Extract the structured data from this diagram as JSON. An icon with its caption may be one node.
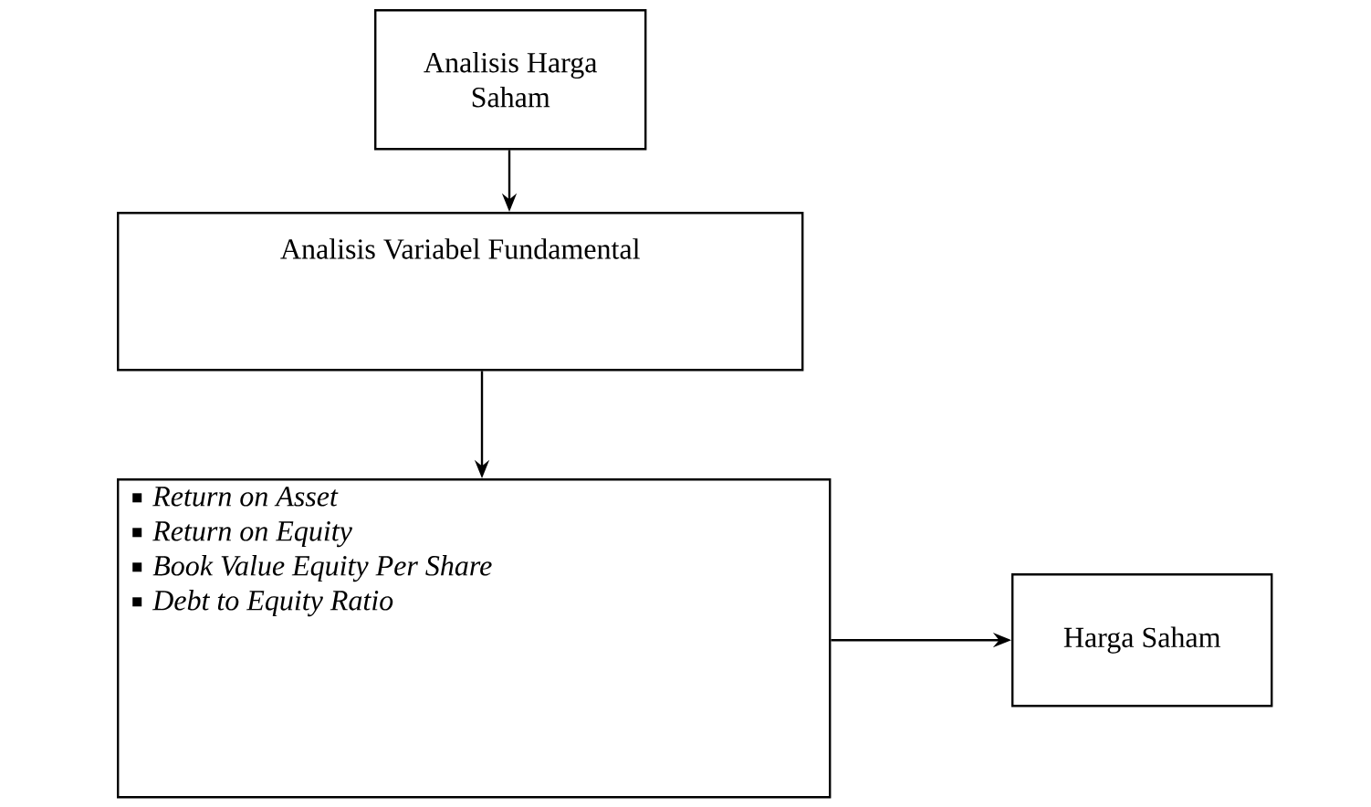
{
  "diagram": {
    "nodes": [
      {
        "text": [
          "Analisis  Harga Saham"
        ]
      },
      {
        "text": [
          "Analisis Variabel Fundamental"
        ]
      },
      {
        "text": [
          "Return on Asset",
          "Return on Equity",
          "Book Value Equity Per Share",
          "Debt to Equity Ratio"
        ]
      },
      {
        "text": [
          "Harga Saham"
        ]
      }
    ],
    "edges": [
      {
        "from": 0,
        "to": 1,
        "arrow": "to"
      },
      {
        "from": 1,
        "to": 2,
        "arrow": "to"
      },
      {
        "from": 2,
        "to": 3,
        "arrow": "to"
      }
    ]
  }
}
